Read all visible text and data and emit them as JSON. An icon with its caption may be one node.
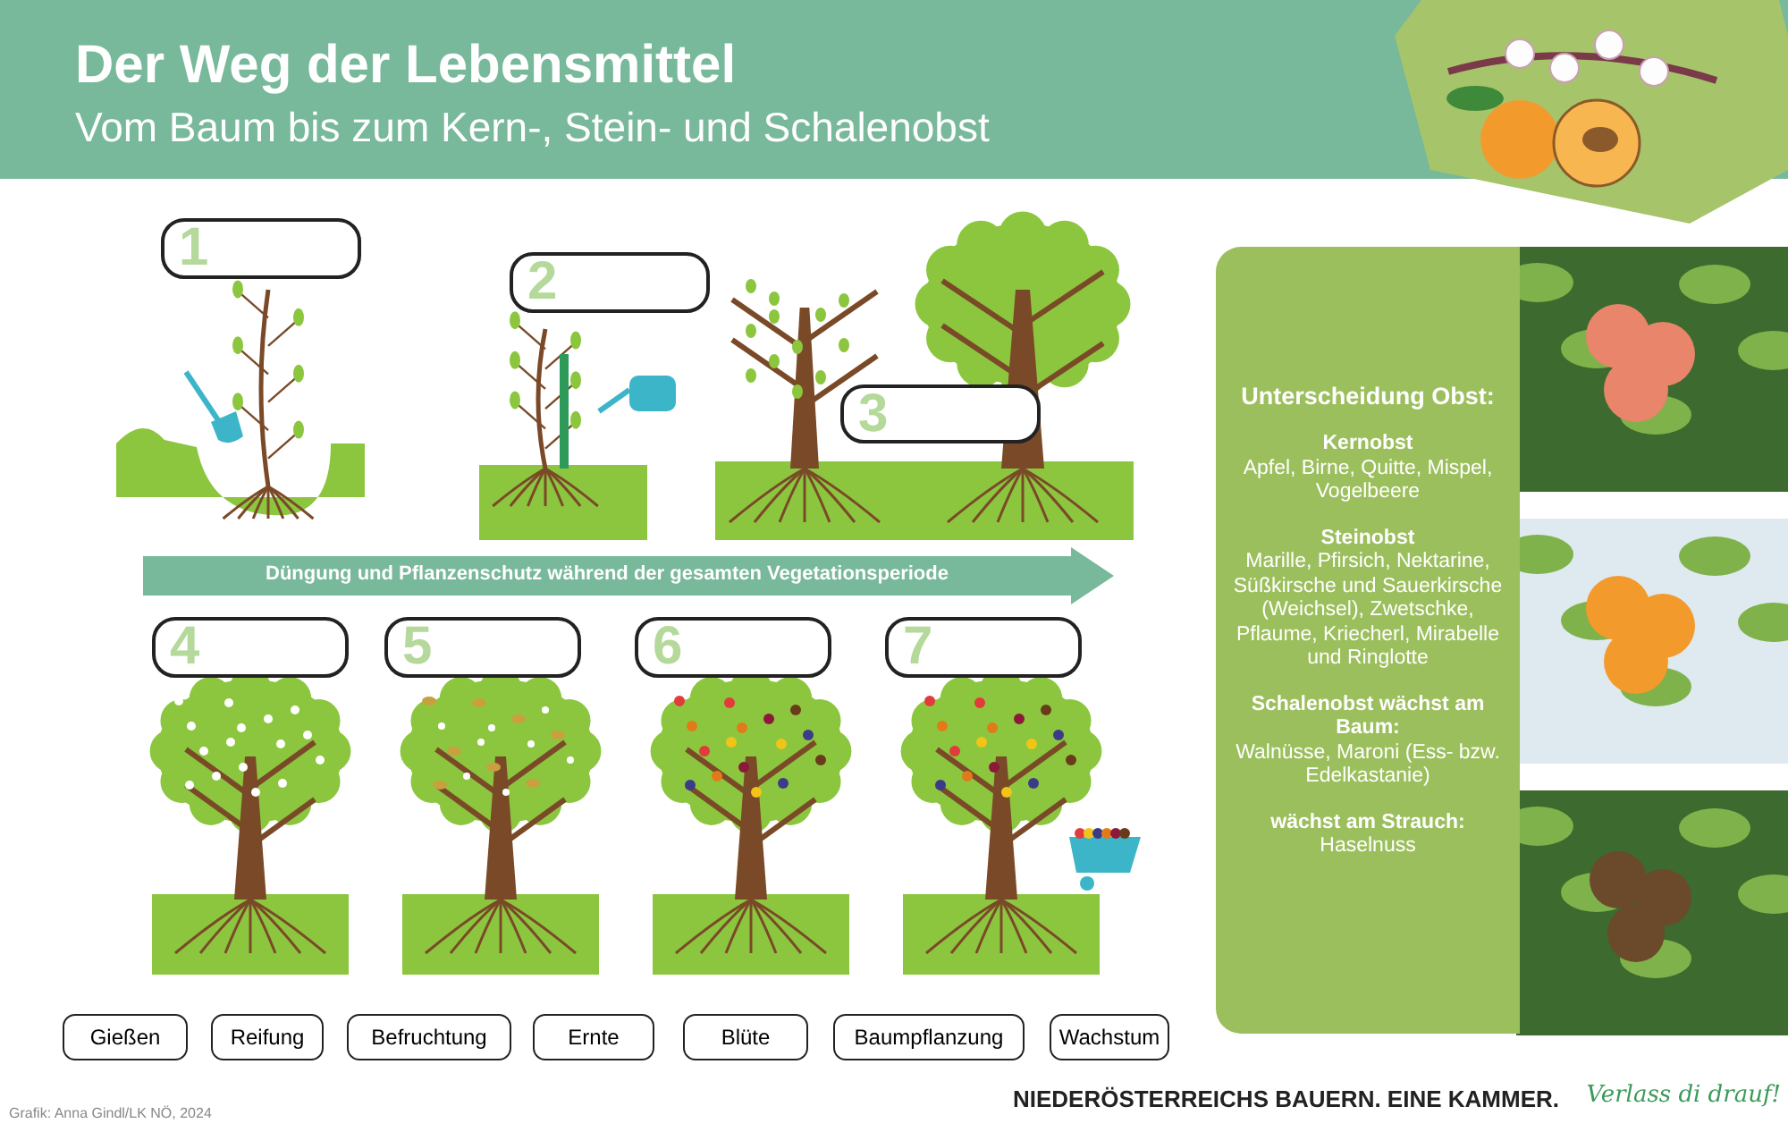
{
  "diagram": {
    "title": "Der Weg der Lebensmittel",
    "nodes": [
      {
        "text": [
          "1"
        ]
      },
      {
        "text": [
          "2"
        ]
      },
      {
        "text": [
          "3"
        ]
      },
      {
        "text": [
          "4"
        ]
      },
      {
        "text": [
          "5"
        ]
      },
      {
        "text": [
          "6"
        ]
      },
      {
        "text": [
          "7"
        ]
      },
      {
        "text": [
          "Düngung und Pflanzenschutz während der gesamten Vegetationsperiode"
        ]
      },
      {
        "text": [
          "Unterscheidung Obst:",
          "Kernobst",
          "Apfel, Birne, Quitte, Mispel, Vogelbeere",
          "Steinobst",
          "Marille, Pfirsich, Nektarine, Süßkirsche und Sauerkirsche (Weichsel), Zwetschke, Pflaume, Kriecherl, Mirabelle und Ringlotte",
          "Schalenobst wächst am Baum:",
          "Walnüsse, Maroni (Ess- bzw. Edelkastanie)",
          "wächst am Strauch:",
          "Haselnuss"
        ]
      },
      {
        "text": [
          "Gießen"
        ]
      },
      {
        "text": [
          "Reifung"
        ]
      },
      {
        "text": [
          "Befruchtung"
        ]
      },
      {
        "text": [
          "Ernte"
        ]
      },
      {
        "text": [
          "Blüte"
        ]
      },
      {
        "text": [
          "Baumpflanzung"
        ]
      },
      {
        "text": [
          "Wachstum"
        ]
      }
    ],
    "labels": [
      "Vom Baum bis zum Kern-, Stein- und Schalenobst",
      "Grafik: Anna Gindl/LK NÖ, 2024",
      "NIEDERÖSTERREICHS BAUERN. EINE KAMMER.",
      "Verlass di drauf!"
    ]
  }
}
